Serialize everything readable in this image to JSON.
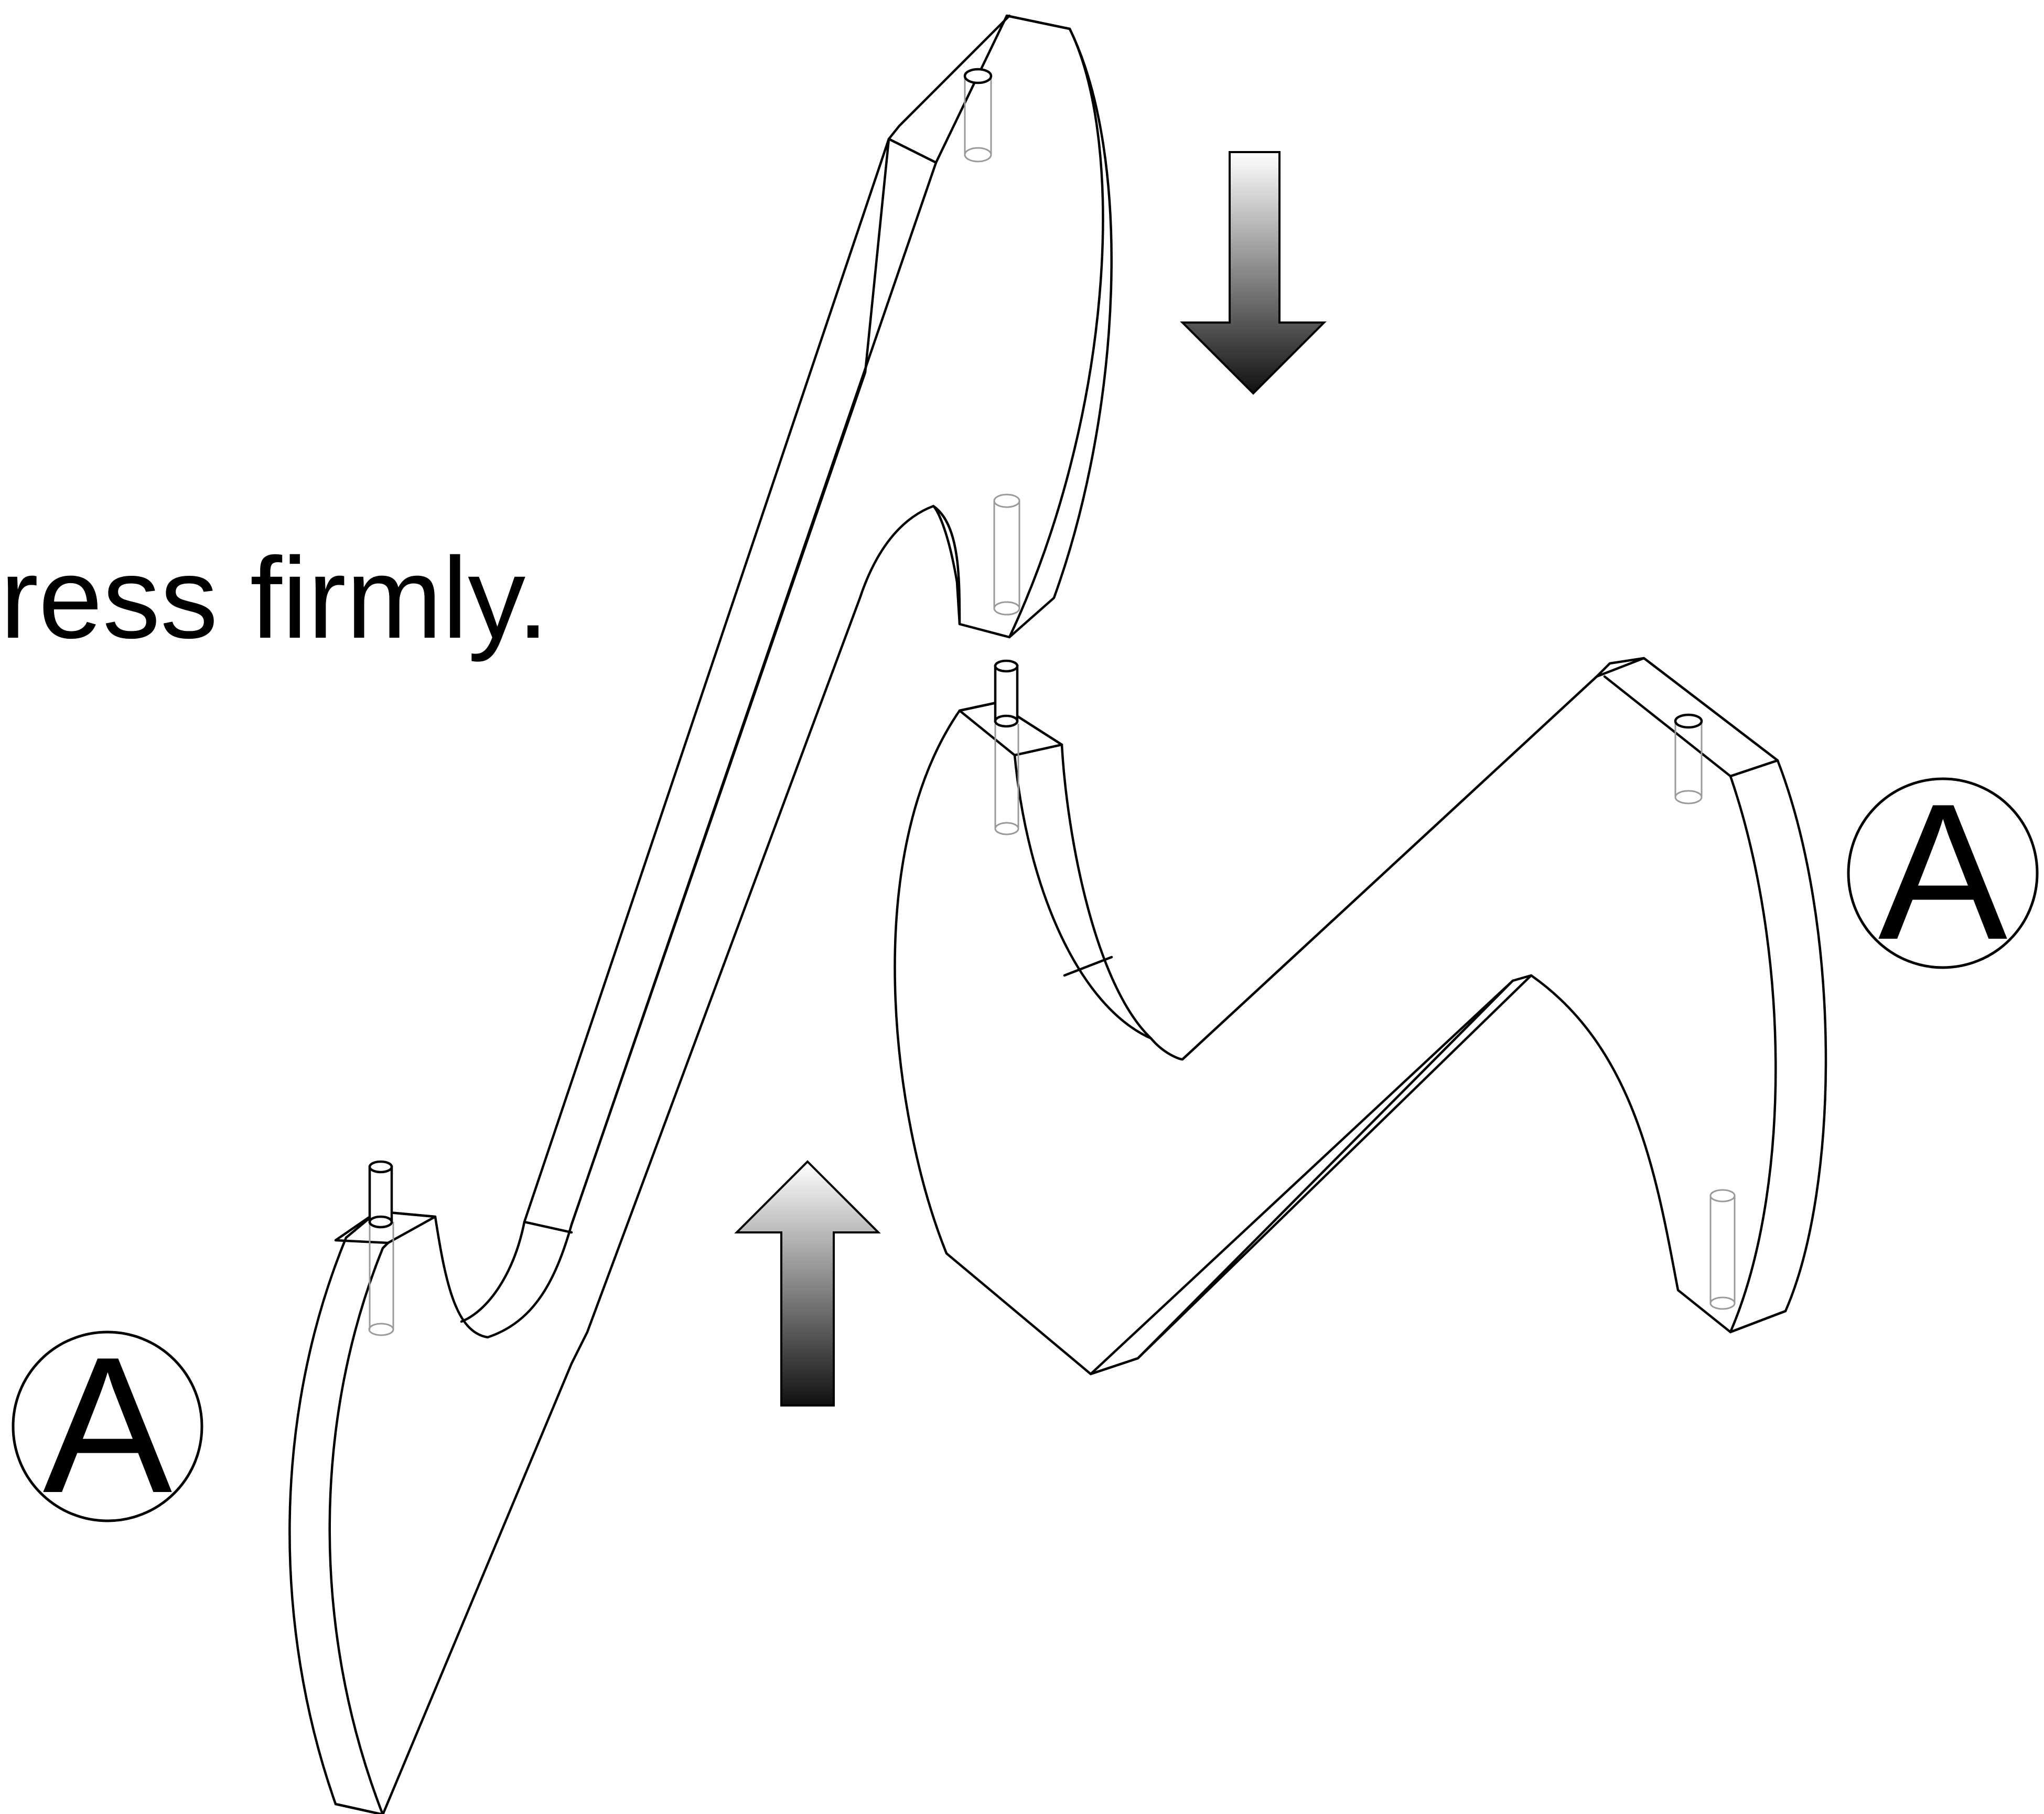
{
  "instruction": {
    "text": "ress firmly."
  },
  "callouts": [
    {
      "label": "A"
    },
    {
      "label": "A"
    }
  ],
  "arrows": [
    {
      "direction": "down",
      "gradient_top": "#ffffff",
      "gradient_bottom": "#111111"
    },
    {
      "direction": "up",
      "gradient_top": "#ffffff",
      "gradient_bottom": "#111111"
    }
  ],
  "colors": {
    "line": "#000000",
    "hidden_line": "#9a9a9a",
    "background": "#ffffff"
  }
}
